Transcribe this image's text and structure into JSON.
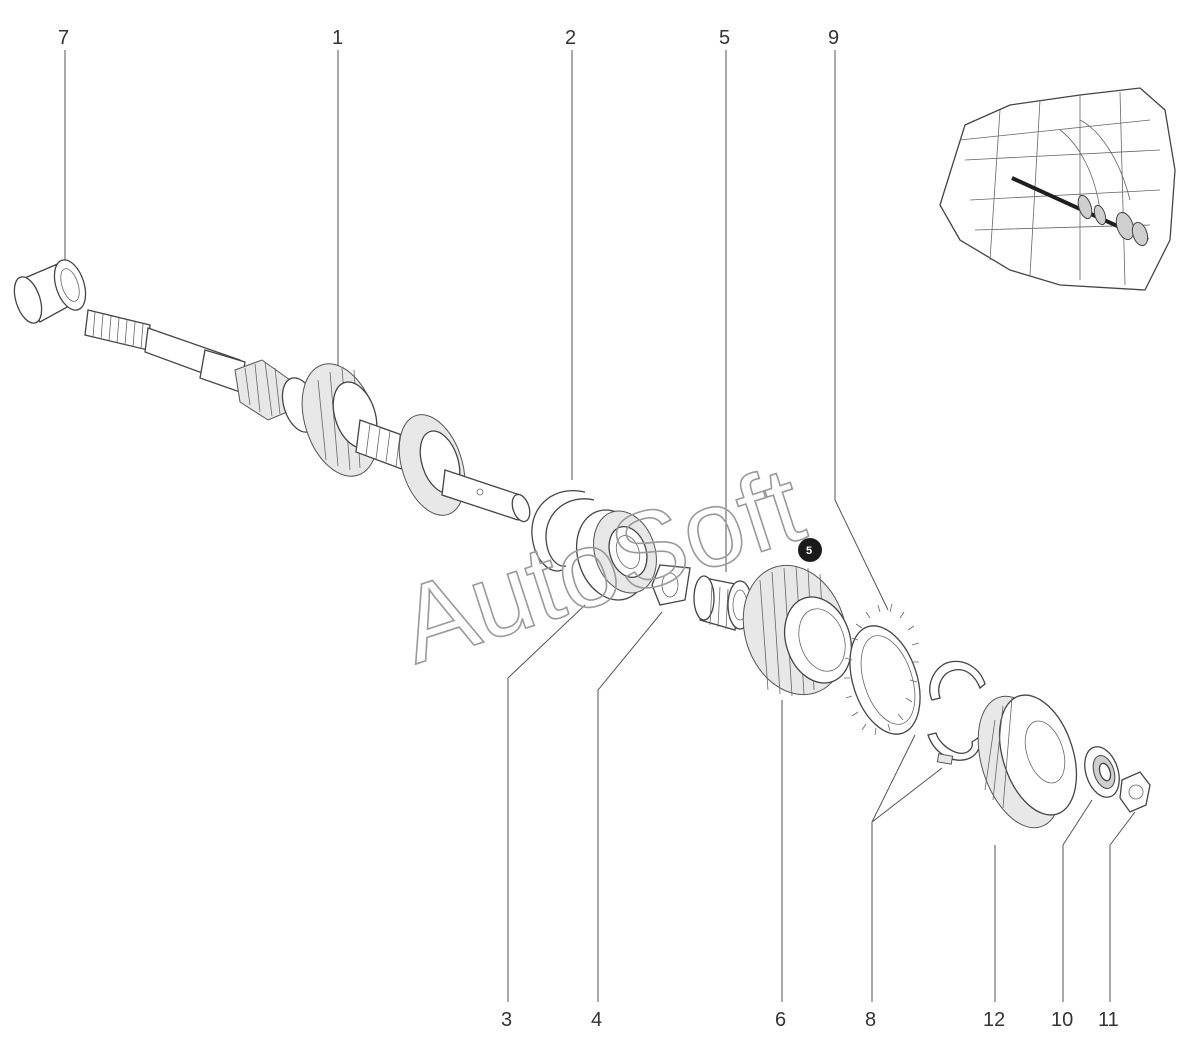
{
  "labels": {
    "p1": "1",
    "p2": "2",
    "p3": "3",
    "p4": "4",
    "p5": "5",
    "p6": "6",
    "p7": "7",
    "p8": "8",
    "p9": "9",
    "p10": "10",
    "p11": "11",
    "p12": "12"
  },
  "badge": "5",
  "watermark": "AutoSoft",
  "colors": {
    "line": "#444444",
    "text": "#333333",
    "badge": "#1a1a1a",
    "watermark": "#9a9a9a"
  }
}
